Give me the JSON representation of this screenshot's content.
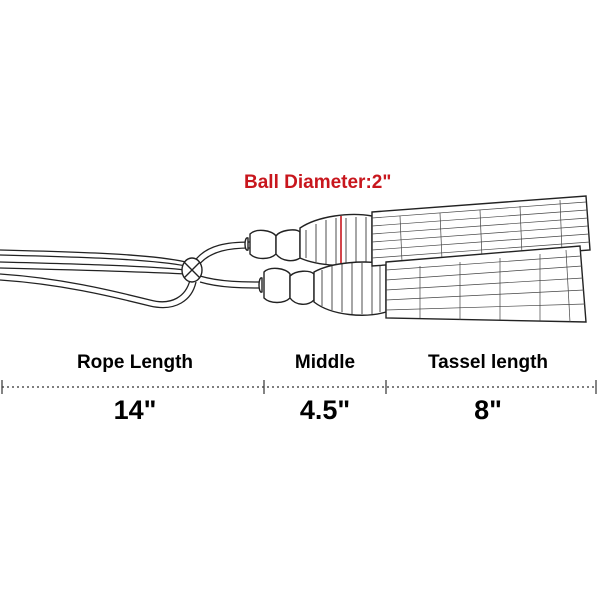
{
  "annotation": {
    "ball_diameter": "Ball Diameter:2\""
  },
  "segments": [
    {
      "label": "Rope Length",
      "value": "14\""
    },
    {
      "label": "Middle",
      "value": "4.5\""
    },
    {
      "label": "Tassel length",
      "value": "8\""
    }
  ],
  "colors": {
    "annotation": "#c8161d",
    "line": "#000000",
    "background": "#ffffff"
  }
}
